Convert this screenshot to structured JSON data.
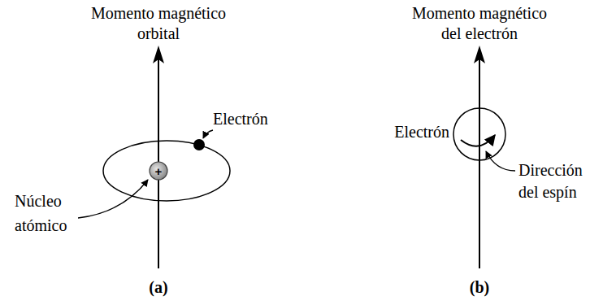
{
  "diagram": {
    "nodes": [
      {
        "text": [
          "+"
        ]
      }
    ],
    "labels": [
      "Momento magnético orbital",
      "Momento magnético del electrón",
      "Electrón",
      "Núcleo atómico",
      "(a)",
      "Electrón",
      "Dirección del espín",
      "(b)"
    ]
  }
}
